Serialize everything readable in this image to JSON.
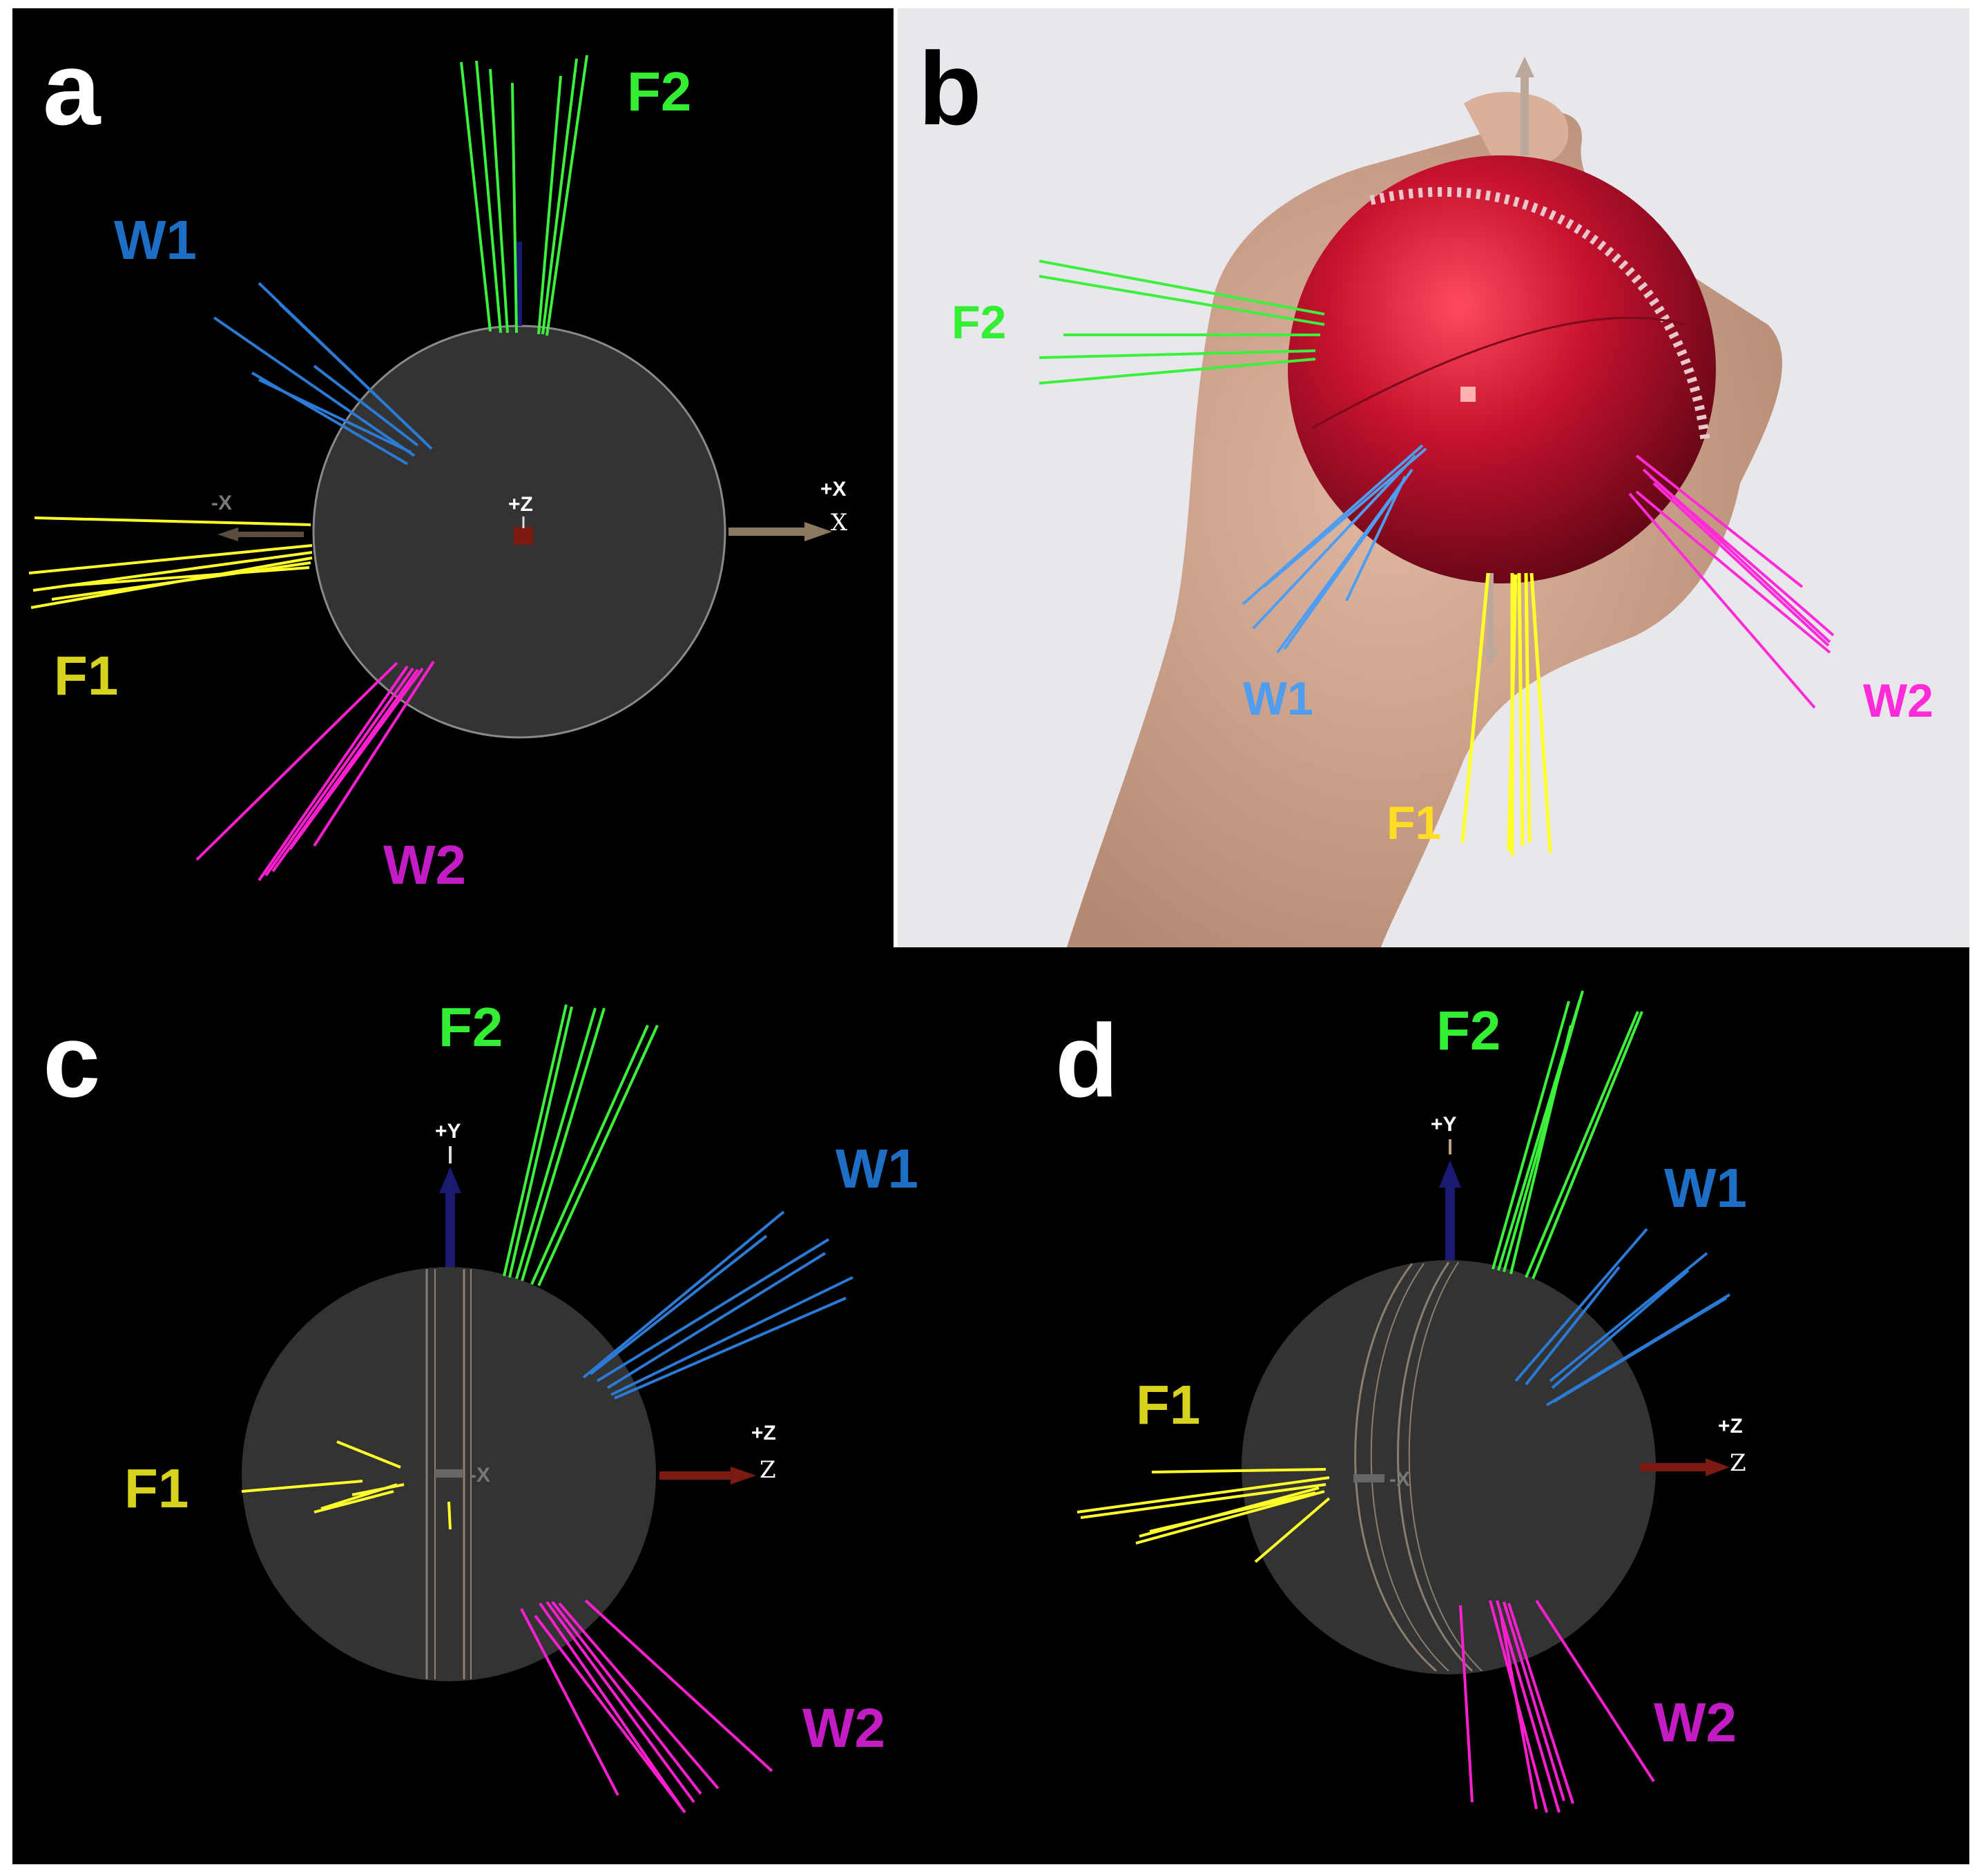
{
  "panels": {
    "a": {
      "label": "a",
      "fingers": {
        "F2": "F2",
        "W1": "W1",
        "F1": "F1",
        "W2": "W2"
      },
      "axes": {
        "neg_x": "-X",
        "pos_x": "+X",
        "x_glyph": "X",
        "pos_z": "+Z"
      }
    },
    "b": {
      "label": "b",
      "fingers": {
        "F2": "F2",
        "W1": "W1",
        "F1": "F1",
        "W2": "W2"
      }
    },
    "c": {
      "label": "c",
      "fingers": {
        "F2": "F2",
        "W1": "W1",
        "F1": "F1",
        "W2": "W2"
      },
      "axes": {
        "pos_y": "+Y",
        "pos_z": "+Z",
        "z_glyph": "Z",
        "neg_x": "-X"
      }
    },
    "d": {
      "label": "d",
      "fingers": {
        "F2": "F2",
        "W1": "W1",
        "F1": "F1",
        "W2": "W2"
      },
      "axes": {
        "pos_y": "+Y",
        "pos_z": "+Z",
        "z_glyph": "Z",
        "neg_x": "-X"
      }
    }
  },
  "colors": {
    "F1": "#ffff2a",
    "F1_label": "#d6d21e",
    "F2": "#3cf03c",
    "F2_label": "#33ee33",
    "W1": "#2a7ad6",
    "W1_label": "#1c6fc4",
    "W1_photo": "#4f9df0",
    "W2": "#ff1fd0",
    "W2_label": "#c41cc4",
    "W2_photo": "#ff2ad8",
    "sphere": "#333333",
    "x_arrow": "#8a7860",
    "y_arrow": "#1a1a70",
    "z_arrow": "#7a1a10",
    "ball_red": "#b5102a"
  }
}
